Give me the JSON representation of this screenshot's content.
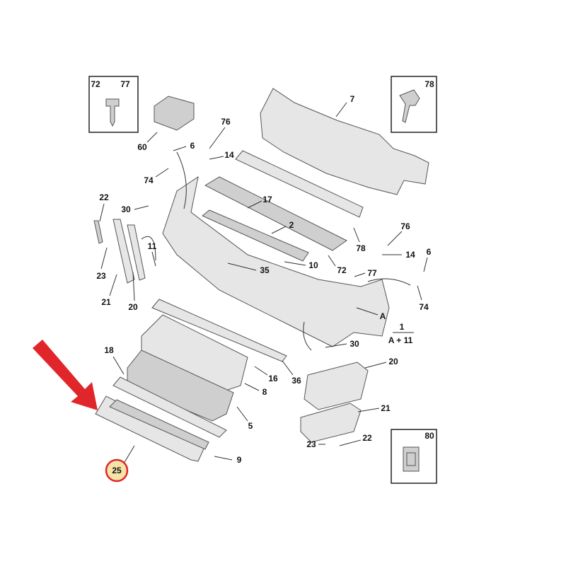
{
  "diagram": {
    "highlight_color": "#e0262a",
    "highlight_fill": "#f6e3a6",
    "highlighted_part": "25",
    "labels": {
      "box_tl_a": "72",
      "box_tl_b": "77",
      "box_tr": "78",
      "box_br": "80",
      "p60": "60",
      "p6a": "6",
      "p74a": "74",
      "p76a": "76",
      "p14a": "14",
      "p7": "7",
      "p22a": "22",
      "p30a": "30",
      "p17": "17",
      "p2": "2",
      "p11": "11",
      "p23a": "23",
      "p21a": "21",
      "p20a": "20",
      "p35": "35",
      "p10": "10",
      "p72": "72",
      "p78": "78",
      "p76b": "76",
      "p14b": "14",
      "p6b": "6",
      "p77": "77",
      "p74b": "74",
      "pA": "A",
      "p1": "1",
      "pA11": "A + 11",
      "p30b": "30",
      "p20b": "20",
      "p18": "18",
      "p16": "16",
      "p36": "36",
      "p8": "8",
      "p5": "5",
      "p21b": "21",
      "p23b": "23",
      "p22b": "22",
      "p9": "9",
      "p25": "25"
    }
  }
}
